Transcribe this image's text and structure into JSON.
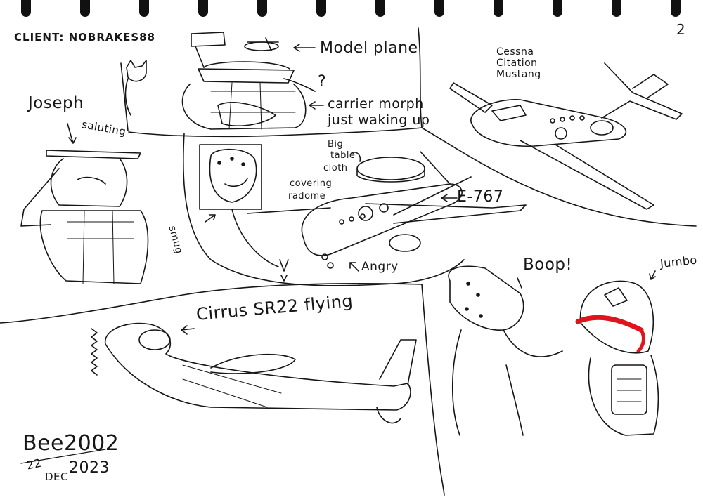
{
  "page": {
    "client": "CLIENT: NOBRAKES88",
    "page_number": "2"
  },
  "labels": {
    "model_plane": "Model plane",
    "question_mark": "?",
    "carrier_line1": "carrier morph",
    "carrier_line2": "just waking up",
    "cessna_line1": "Cessna",
    "cessna_line2": "Citation",
    "cessna_line3": "Mustang",
    "joseph": "Joseph",
    "saluting": "saluting",
    "big": "Big",
    "table": "table",
    "cloth": "cloth",
    "covering": "covering",
    "radome": "radome",
    "e767": "E-767",
    "smug": "smug",
    "angry": "Angry",
    "boop": "Boop!",
    "jumbo": "Jumbo",
    "cirrus": "Cirrus SR22 flying"
  },
  "signature": {
    "name": "Bee2002",
    "day": "22",
    "month": "DEC",
    "year": "2023"
  },
  "colors": {
    "ink": "#161616",
    "accent_red": "#e0141c",
    "paper": "#ffffff",
    "binding": "#111111"
  }
}
